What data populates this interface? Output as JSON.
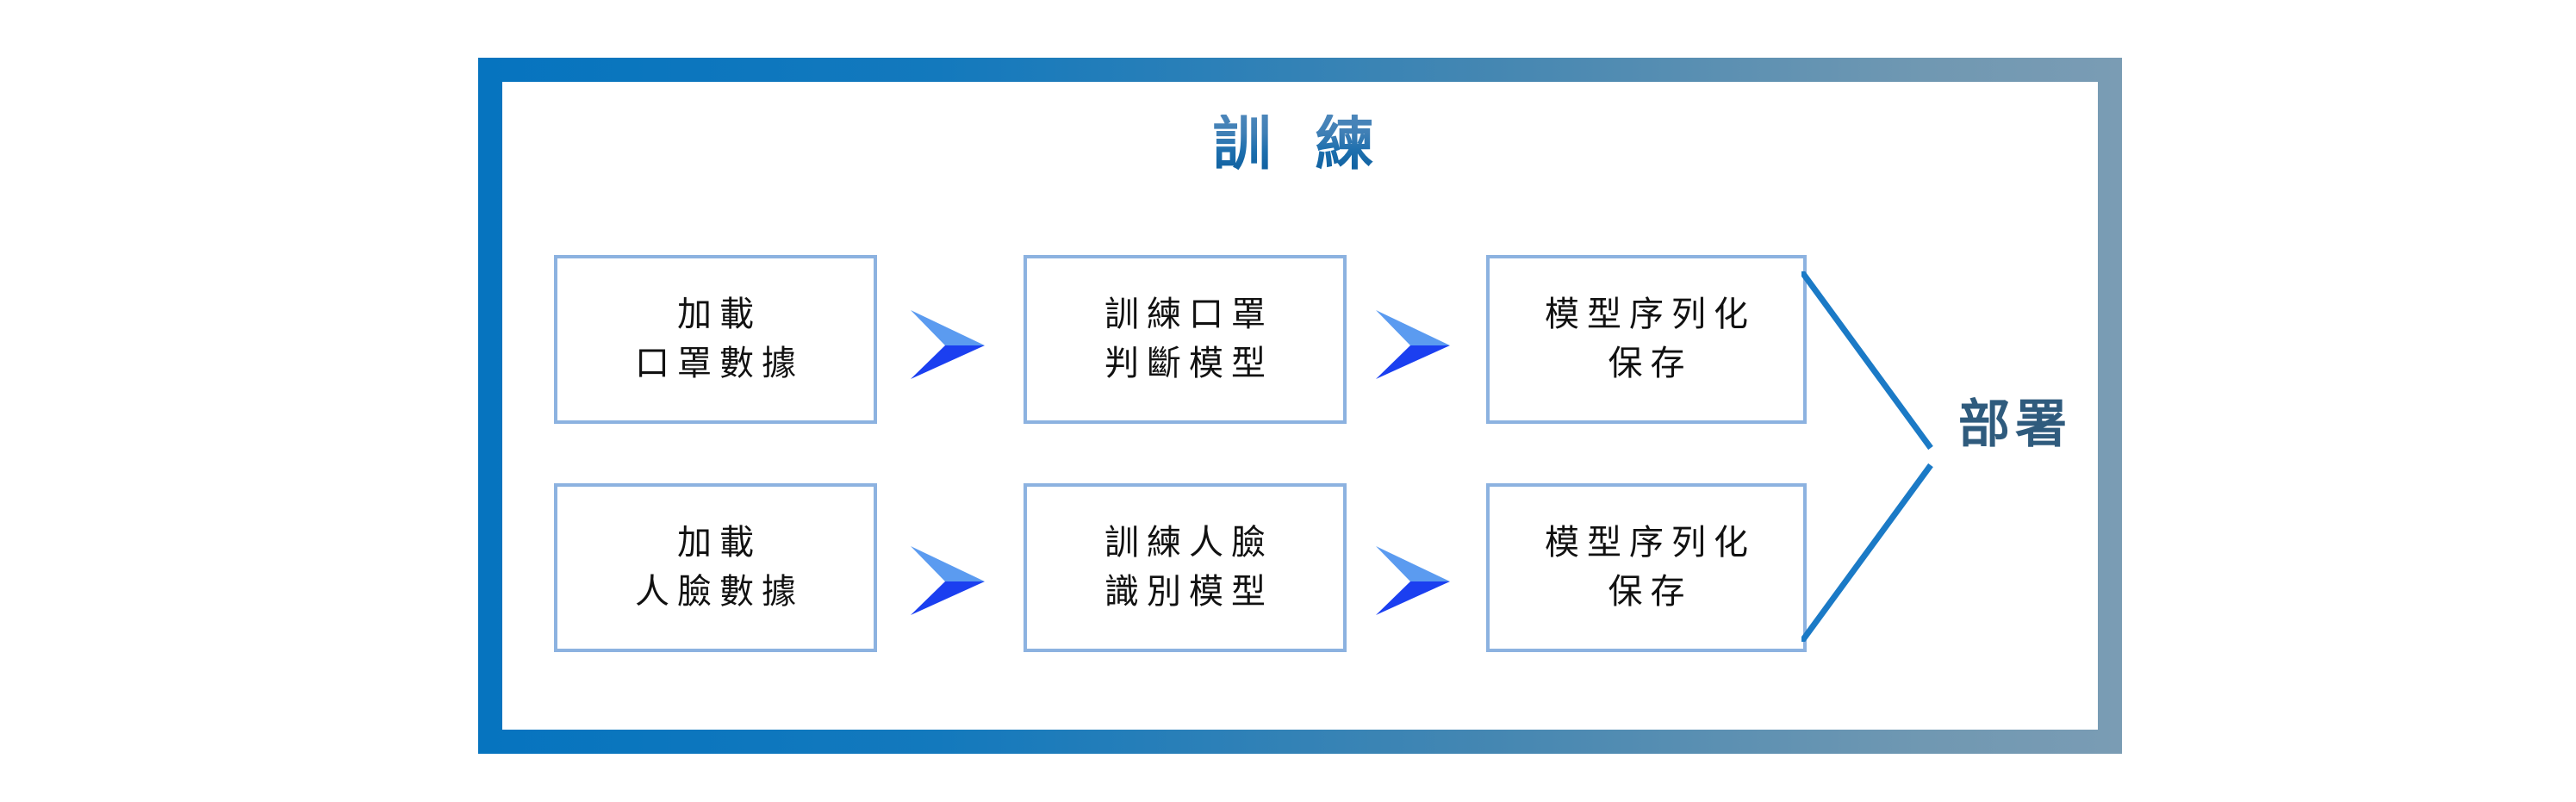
{
  "diagram": {
    "title": "訓 練",
    "title_gradient_from": "#4c86ba",
    "title_gradient_to": "#0e5f9e",
    "frame_gradient_from": "#0674bf",
    "frame_gradient_to": "#7a9cb4",
    "box_border_color": "#8cb2e0",
    "arrow_light_color": "#5b9bf0",
    "arrow_dark_color": "#1b3ff0",
    "connector_color": "#1b7ac6",
    "deploy_color": "#2f5b7d"
  },
  "rows": [
    {
      "name": "mask-pipeline",
      "boxes": [
        {
          "id": "load-mask",
          "line1": "加載",
          "line2": "口罩數據"
        },
        {
          "id": "train-mask",
          "line1": "訓練口罩",
          "line2": "判斷模型"
        },
        {
          "id": "save-mask",
          "line1": "模型序列化",
          "line2": "保存"
        }
      ]
    },
    {
      "name": "face-pipeline",
      "boxes": [
        {
          "id": "load-face",
          "line1": "加載",
          "line2": "人臉數據"
        },
        {
          "id": "train-face",
          "line1": "訓練人臉",
          "line2": "識別模型"
        },
        {
          "id": "save-face",
          "line1": "模型序列化",
          "line2": "保存"
        }
      ]
    }
  ],
  "arrows": [
    {
      "id": "arrow-1",
      "icon": "chevron-right-arrow-icon"
    },
    {
      "id": "arrow-2",
      "icon": "chevron-right-arrow-icon"
    },
    {
      "id": "arrow-3",
      "icon": "chevron-right-arrow-icon"
    },
    {
      "id": "arrow-4",
      "icon": "chevron-right-arrow-icon"
    }
  ],
  "deploy": {
    "label": "部署"
  }
}
